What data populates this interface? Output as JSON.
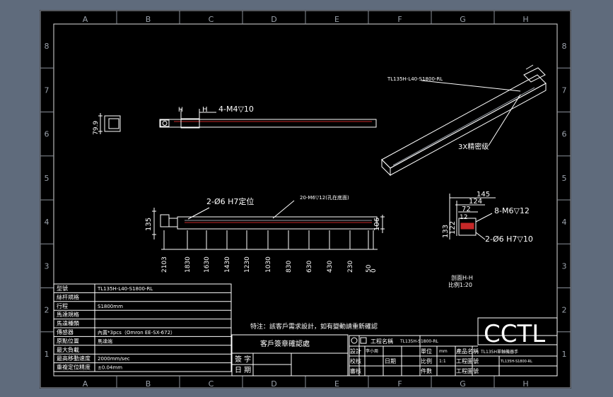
{
  "drawing": {
    "zone_letters": [
      "A",
      "B",
      "C",
      "D",
      "E",
      "F",
      "G",
      "H"
    ],
    "zone_numbers": [
      "8",
      "7",
      "6",
      "5",
      "4",
      "3",
      "2",
      "1"
    ],
    "model_label": "TL135H-L40-S1800-RL",
    "side_view": {
      "dim_h1": "H",
      "dim_h2": "H",
      "hole_note": "4-M4▽10",
      "height_dim": "79.9"
    },
    "iso_callout": "3X精密级",
    "front_view": {
      "dowel_note": "2-Ø6 H7定位",
      "slot_note": "20-M6▽12(孔在底面)",
      "left_dim": "135",
      "right_dim": "106",
      "positions": [
        "2103",
        "1830",
        "1630",
        "1430",
        "1230",
        "1030",
        "830",
        "630",
        "430",
        "230",
        "50",
        "0"
      ]
    },
    "section_view": {
      "dim_145": "145",
      "dim_124": "124",
      "dim_72": "72",
      "dim_12": "12",
      "dim_133": "133",
      "dim_122": "122",
      "bolt_note": "8-M6▽12",
      "pin_note": "2-Ø6 H7▽10",
      "caption": "剖面H-H",
      "scale_text": "比例1:20"
    },
    "spec_table": [
      {
        "label": "型號",
        "value": "TL135H-L40-S1800-RL"
      },
      {
        "label": "絲杆規格",
        "value": ""
      },
      {
        "label": "行程",
        "value": "S1800mm"
      },
      {
        "label": "馬達規格",
        "value": ""
      },
      {
        "label": "馬達種類",
        "value": ""
      },
      {
        "label": "傳感器",
        "value": "內置*3pcs（Omron EE-SX-672）"
      },
      {
        "label": "原點位置",
        "value": "馬達端"
      },
      {
        "label": "最大負載",
        "value": ""
      },
      {
        "label": "最高移動速度",
        "value": "2000mm/sec"
      },
      {
        "label": "重複定位精度",
        "value": "±0.04mm"
      }
    ],
    "note": "特注：該客戶需求設計，如有變動請重新確認",
    "confirm_title": "客戶簽章確認處",
    "sign_label": "簽 字",
    "date_label": "日 期",
    "title_block": {
      "logo": "CCTL",
      "project_label": "工程名稱",
      "project_value": "TL135H-S1800-RL",
      "unit_label": "單位",
      "unit_value": "mm",
      "product_label": "產品名稱",
      "product_value": "TL135H單軸機器手",
      "drawn_label": "設計",
      "drawn_value": "李小周",
      "check_label": "校核",
      "date_label": "日期",
      "scale_label": "比例",
      "scale_value": "1:1",
      "drawing_no_label": "工程圖號",
      "drawing_no_value": "TL135H-S1800-RL",
      "approve_label": "審核",
      "count_label": "件數",
      "process_label": "工程圖號"
    }
  }
}
